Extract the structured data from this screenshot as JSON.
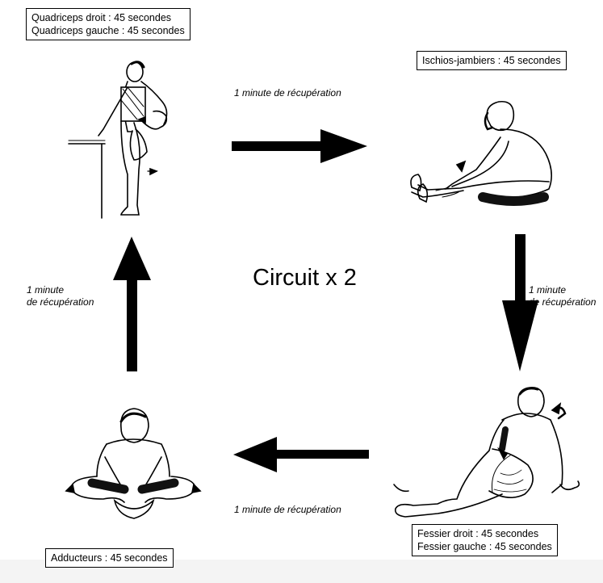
{
  "circuit_label": "Circuit x 2",
  "stations": {
    "quadriceps": [
      "Quadriceps droit : 45 secondes",
      "Quadriceps gauche : 45 secondes"
    ],
    "ischios": [
      "Ischios-jambiers : 45 secondes"
    ],
    "fessiers": [
      "Fessier droit : 45 secondes",
      "Fessier gauche : 45 secondes"
    ],
    "adducteurs": [
      "Adducteurs : 45 secondes"
    ]
  },
  "rests": {
    "top": "1 minute de récupération",
    "right": [
      "1 minute",
      "de récupération"
    ],
    "bottom": "1 minute de récupération",
    "left": [
      "1 minute",
      "de récupération"
    ]
  },
  "figures": [
    "quadriceps-stretch",
    "hamstring-stretch",
    "glute-stretch",
    "adductor-stretch"
  ]
}
